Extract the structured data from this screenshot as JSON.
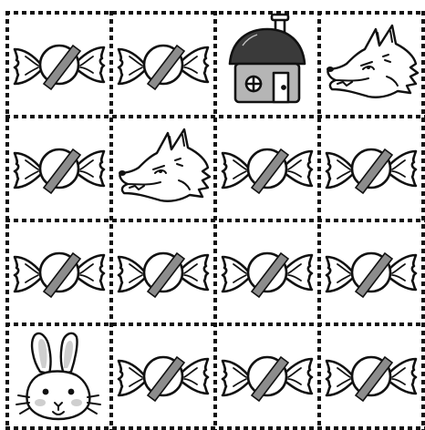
{
  "game": {
    "grid": {
      "rows": 4,
      "cols": 4
    },
    "cells": [
      [
        "candy",
        "candy",
        "house",
        "wolf"
      ],
      [
        "candy",
        "wolf",
        "candy",
        "candy"
      ],
      [
        "candy",
        "candy",
        "candy",
        "candy"
      ],
      [
        "rabbit",
        "candy",
        "candy",
        "candy"
      ]
    ],
    "colors": {
      "line": "#111111",
      "candy_stripe": "#8c8c8c",
      "house_wall": "#b5b5b5",
      "house_roof": "#3a3a3a",
      "wolf_fill": "#ffffff",
      "rabbit_cheek": "#cfcfcf"
    }
  }
}
